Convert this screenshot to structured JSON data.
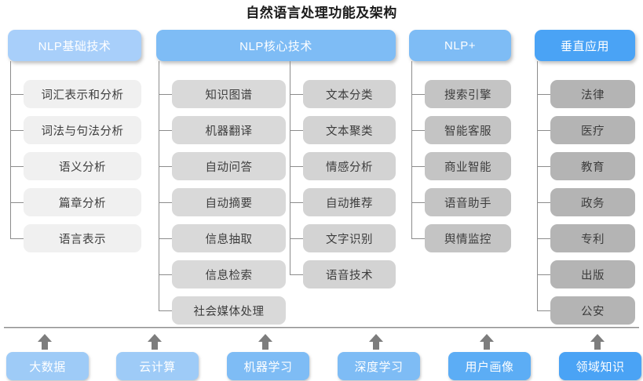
{
  "title": "自然语言处理功能及架构",
  "colors": {
    "header_light_blue": "#9ecbf7",
    "header_mid_blue": "#7ebcf5",
    "header_bright_blue": "#4aa3f5",
    "pill_light": "#f0f0f0",
    "pill_mid": "#d3d3d3",
    "pill_dark": "#b4b4b4",
    "base_light_blue": "#9ecbf7",
    "base_mid_blue": "#7ebcf5",
    "base_bright_blue": "#4aa3f5",
    "connector": "#8c8c8c",
    "arrow": "#808080",
    "title_text": "#1b1b1b"
  },
  "columns": [
    {
      "id": "nlp-basic",
      "header": "NLP基础技术",
      "header_color": "#a8cffa",
      "pill_color": "#f0f0f0",
      "items": [
        "词汇表示和分析",
        "词法与句法分析",
        "语义分析",
        "篇章分析",
        "语言表示"
      ]
    },
    {
      "id": "nlp-core-a",
      "header": "NLP核心技术",
      "header_color": "#7ebcf5",
      "pill_color": "#d9d9d9",
      "items": [
        "知识图谱",
        "机器翻译",
        "自动问答",
        "自动摘要",
        "信息抽取",
        "信息检索",
        "社会媒体处理"
      ]
    },
    {
      "id": "nlp-core-b",
      "header": "",
      "header_color": "#7ebcf5",
      "pill_color": "#d3d3d3",
      "items": [
        "文本分类",
        "文本聚类",
        "情感分析",
        "自动推荐",
        "文字识别",
        "语音技术"
      ]
    },
    {
      "id": "nlp-plus",
      "header": "NLP+",
      "header_color": "#7ebcf5",
      "pill_color": "#c4c4c4",
      "items": [
        "搜索引擎",
        "智能客服",
        "商业智能",
        "语音助手",
        "舆情监控"
      ]
    },
    {
      "id": "vertical-apps",
      "header": "垂直应用",
      "header_color": "#4aa3f5",
      "pill_color": "#b4b4b4",
      "items": [
        "法律",
        "医疗",
        "教育",
        "政务",
        "专利",
        "出版",
        "公安"
      ]
    }
  ],
  "foundation": {
    "items": [
      {
        "label": "大数据",
        "color": "#9ecbf7"
      },
      {
        "label": "云计算",
        "color": "#9ecbf7"
      },
      {
        "label": "机器学习",
        "color": "#7ebcf5"
      },
      {
        "label": "深度学习",
        "color": "#7ebcf5"
      },
      {
        "label": "用户画像",
        "color": "#5cadf5"
      },
      {
        "label": "领域知识",
        "color": "#4aa3f5"
      }
    ]
  }
}
